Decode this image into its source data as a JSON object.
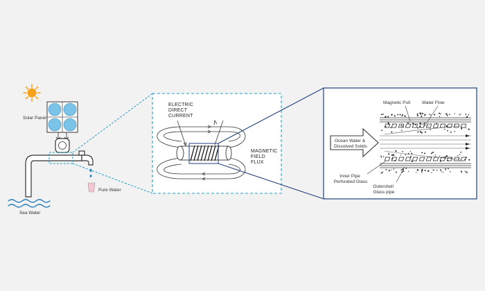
{
  "colors": {
    "background": "#f2f2f2",
    "callout_blue": "#1aa0c8",
    "connector_navy": "#1f3f7a",
    "water_blue": "#2a7fbd",
    "sun_orange": "#f7a21b",
    "panel_blue": "#7cc3e8",
    "glass_pink": "#f4c6d0"
  },
  "left": {
    "solar_panel_label": "Solar Panel",
    "pure_water_label": "Pure Water",
    "sea_water_label": "Sea Water"
  },
  "middle": {
    "current_lines": [
      "ELECTRIC",
      "DIRECT",
      "CURRENT"
    ],
    "flux_lines": [
      "MAGNETIC",
      "FIELD",
      "FLUX"
    ]
  },
  "right": {
    "magnetic_pull_label": "Magnetic Pull",
    "water_flow_label": "Water Flow",
    "arrow_lines": [
      "Ocean Water &",
      "Dissolved Solids"
    ],
    "inner_pipe_lines": [
      "Inner Pipe",
      "Perforated Glass"
    ],
    "outershell_lines": [
      "Outershell",
      "Glass pipe"
    ]
  }
}
